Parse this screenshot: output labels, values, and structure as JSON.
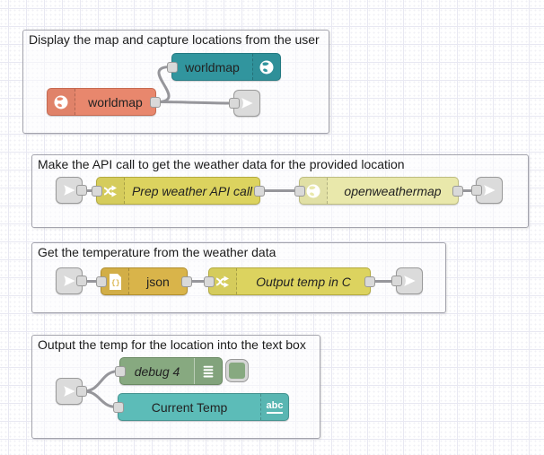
{
  "groups": [
    {
      "label": "Display the map and capture locations from the user"
    },
    {
      "label": "Make the API call to get the weather data for the provided location"
    },
    {
      "label": "Get the temperature from the weather data"
    },
    {
      "label": "Output the temp for the location into the text box"
    }
  ],
  "nodes": {
    "worldmap_display": {
      "label": "worldmap",
      "color": "#31959E"
    },
    "worldmap_events": {
      "label": "worldmap",
      "color": "#E8876D"
    },
    "prep_weather_function": {
      "label": "Prep weather API call",
      "color": "#DCD35F"
    },
    "openweathermap": {
      "label": "openweathermap",
      "color": "#E9E8AB"
    },
    "json_parser": {
      "label": "json",
      "color": "#D9B44A"
    },
    "output_temp_function": {
      "label": "Output temp in C",
      "color": "#DCD35F"
    },
    "debug": {
      "label": "debug 4",
      "color": "#87A980"
    },
    "current_temp_text": {
      "label": "Current Temp",
      "icon_label": "abc",
      "color": "#5CBCB8"
    }
  },
  "palette": {
    "wire": "#96969b",
    "port": "#d9d9d9",
    "link_node": "#dbdbdb",
    "grid_line": "#e8e8f2",
    "group_border": "#a4a4ad"
  }
}
